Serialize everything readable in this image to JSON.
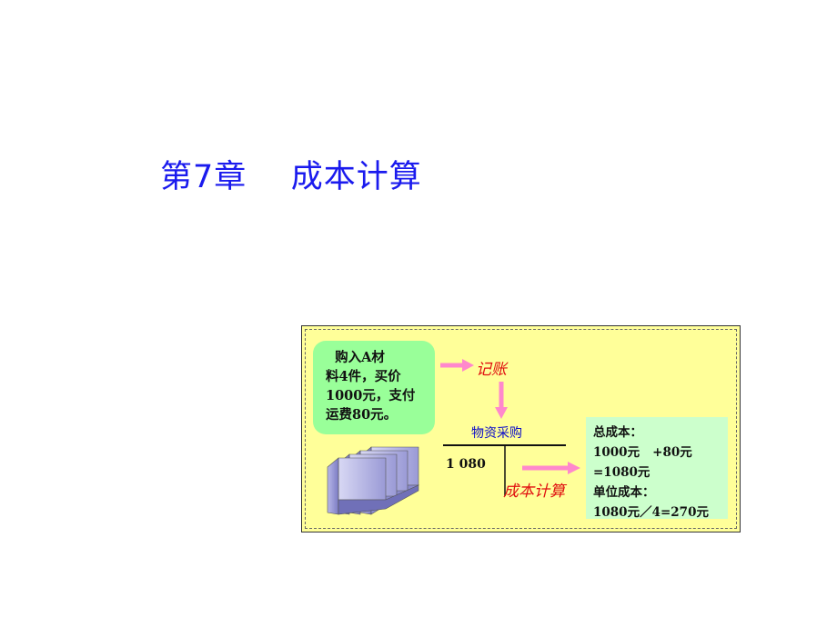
{
  "slide": {
    "title": "第7章    成本计算"
  },
  "diagram": {
    "purchase_lines": [
      "  购入A材",
      "料4件，买价",
      "1000元，支付",
      "运费80元。"
    ],
    "record_label": "记账",
    "account_name": "物资采购",
    "amount": "1 080",
    "cost_calc_label": "成本计算",
    "result_lines": [
      "总成本：",
      "1000元   +80元",
      "=1080元",
      "单位成本：",
      "1080元／4=270元"
    ]
  },
  "colors": {
    "title": "#1a1aee",
    "panel_bg": "#ffff99",
    "green_box": "#99ff99",
    "result_box": "#ccffcc",
    "arrow_pink": "#ff88cc",
    "label_red": "#e01010"
  },
  "icons": {
    "materials": "stacked-blocks-icon"
  }
}
